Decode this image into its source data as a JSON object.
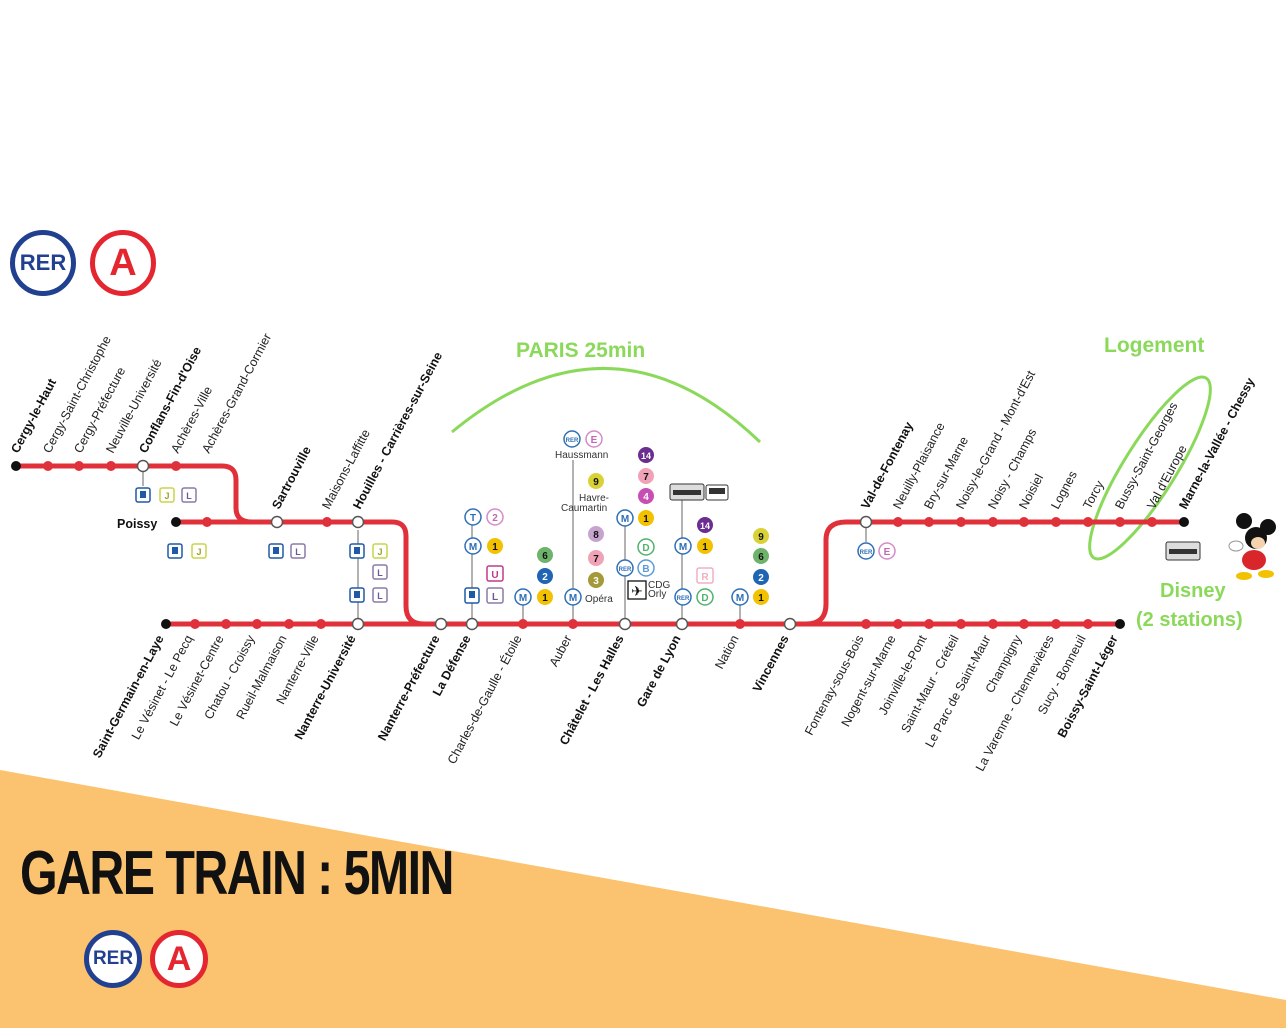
{
  "colors": {
    "line": "#e0303a",
    "rer_blue": "#21408f",
    "rer_red": "#e3262f",
    "annotation_green": "#8bd95a",
    "footer_band": "#fbc36f"
  },
  "logos": {
    "rer_label": "RER",
    "line_label": "A"
  },
  "annotations": {
    "paris": "PARIS 25min",
    "logement": "Logement",
    "disney_1": "Disney",
    "disney_2": "(2 stations)"
  },
  "branch_cergy": [
    "Cergy-le-Haut",
    "Cergy-Saint-Christophe",
    "Cergy-Préfecture",
    "Neuville-Université",
    "Conflans-Fin-d'Oise",
    "Achères-Ville",
    "Achères-Grand-Cormier"
  ],
  "branch_poissy": {
    "terminus": "Poissy",
    "stations": [
      "Sartrouville",
      "Maisons-Laffitte",
      "Houilles - Carrières-sur-Seine"
    ]
  },
  "branch_chessy": [
    "Val-de-Fontenay",
    "Neuilly-Plaisance",
    "Bry-sur-Marne",
    "Noisy-le-Grand - Mont-d'Est",
    "Noisy - Champs",
    "Noisiel",
    "Lognes",
    "Torcy",
    "Bussy-Saint-Georges",
    "Val d'Europe",
    "Marne-la-Vallée - Chessy"
  ],
  "west_branch": [
    "Saint-Germain-en-Laye",
    "Le Vésinet - Le Pecq",
    "Le Vésinet-Centre",
    "Chatou - Croissy",
    "Rueil-Malmaison",
    "Nanterre-Ville",
    "Nanterre-Université"
  ],
  "trunk": [
    "Nanterre-Préfecture",
    "La Défense",
    "Charles-de-Gaulle - Étoile",
    "Auber",
    "Châtelet - Les Halles",
    "Gare de Lyon",
    "Nation",
    "Vincennes"
  ],
  "branch_boissy": [
    "Fontenay-sous-Bois",
    "Nogent-sur-Marne",
    "Joinville-le-Pont",
    "Saint-Maur - Créteil",
    "Le Parc de Saint-Maur",
    "Champigny",
    "La Varenne - Chennevières",
    "Sucy - Bonneuil",
    "Boissy-Saint-Léger"
  ],
  "connections": {
    "haussmann": "Haussmann",
    "havre": "Havre-",
    "caumartin": "Caumartin",
    "opera": "Opéra",
    "cdg": "CDG",
    "orly": "Orly"
  },
  "footer": {
    "title": "GARE TRAIN : 5MIN"
  }
}
